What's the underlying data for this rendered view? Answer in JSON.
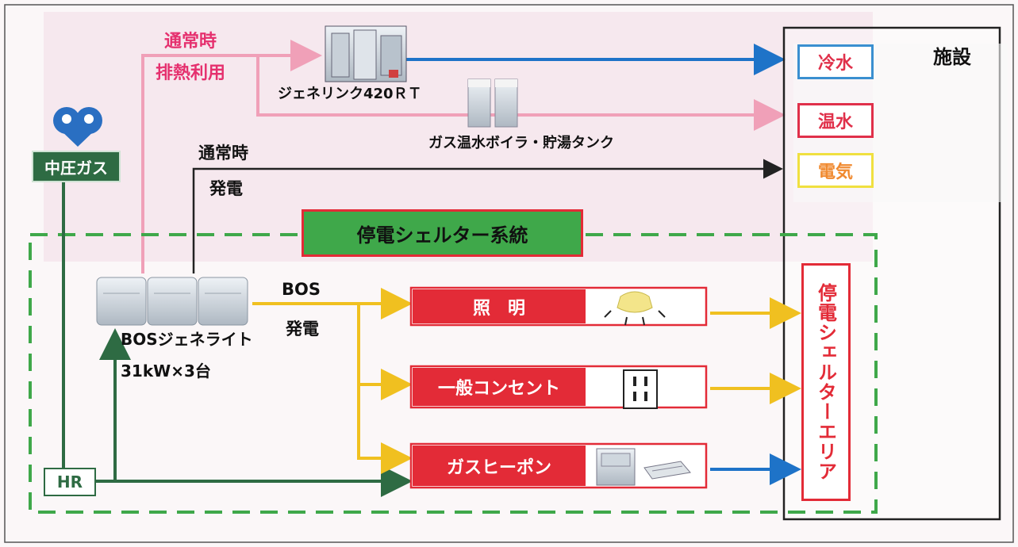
{
  "gas_logo": {
    "label": "中圧ガス"
  },
  "normal_heat": {
    "line1": "通常時",
    "line2": "排熱利用"
  },
  "normal_power": {
    "line1": "通常時",
    "line2": "発電"
  },
  "genelink": {
    "label": "ジェネリンク420ＲＴ"
  },
  "boiler": {
    "label": "ガス温水ボイラ・貯湯タンク"
  },
  "facility": {
    "title": "施設",
    "outputs": [
      "冷水",
      "温水",
      "電気"
    ]
  },
  "shelter": {
    "title": "停電シェルター系統",
    "area_label": "停電シェルターエリア"
  },
  "bos": {
    "flow_line1": "BOS",
    "flow_line2": "発電",
    "unit_name": "BOSジェネライト",
    "unit_spec": "31kW×3台"
  },
  "loads": [
    "照　明",
    "一般コンセント",
    "ガスヒーポン"
  ],
  "hr": {
    "label": "HR"
  },
  "colors": {
    "cold": "#1e73c8",
    "hot": "#e0304a",
    "elec": "#f0c020",
    "gas_green": "#2e6b43",
    "heat_pink": "#f0a0b8",
    "shelter_green": "#3fa84a",
    "load_red": "#e32b37"
  }
}
